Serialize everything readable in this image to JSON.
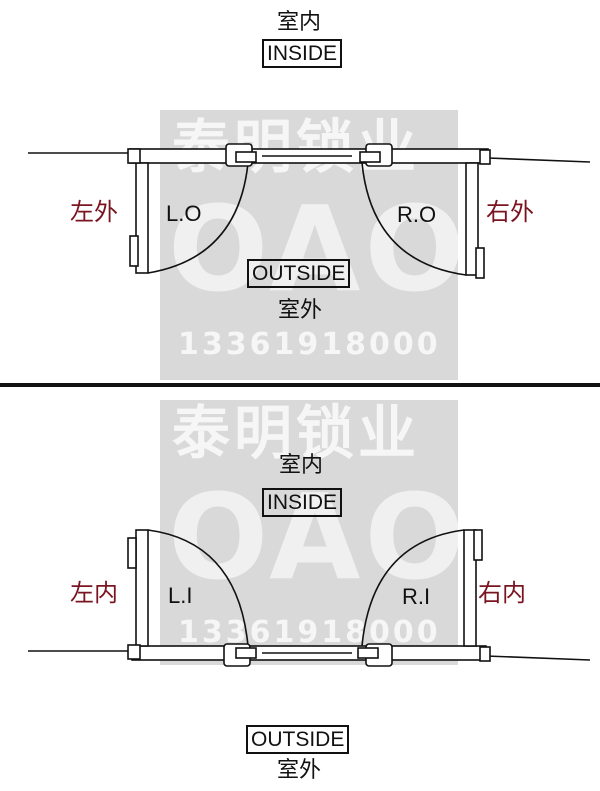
{
  "top": {
    "inside_cn": "室内",
    "inside_en": "INSIDE",
    "outside_en": "OUTSIDE",
    "outside_cn": "室外",
    "left_side_label": "左外",
    "right_side_label": "右外",
    "left_door_code": "L.O",
    "right_door_code": "R.O"
  },
  "bottom": {
    "inside_cn": "室内",
    "inside_en": "INSIDE",
    "outside_en": "OUTSIDE",
    "outside_cn": "室外",
    "left_side_label": "左内",
    "right_side_label": "右内",
    "left_door_code": "L.I",
    "right_door_code": "R.I"
  },
  "watermark": {
    "brand": "泰明锁业",
    "logo": "OAO",
    "phone": "13361918000"
  },
  "colors": {
    "line": "#111111",
    "side_label": "#7a1420",
    "watermark_bg": "#aaaaaa"
  }
}
